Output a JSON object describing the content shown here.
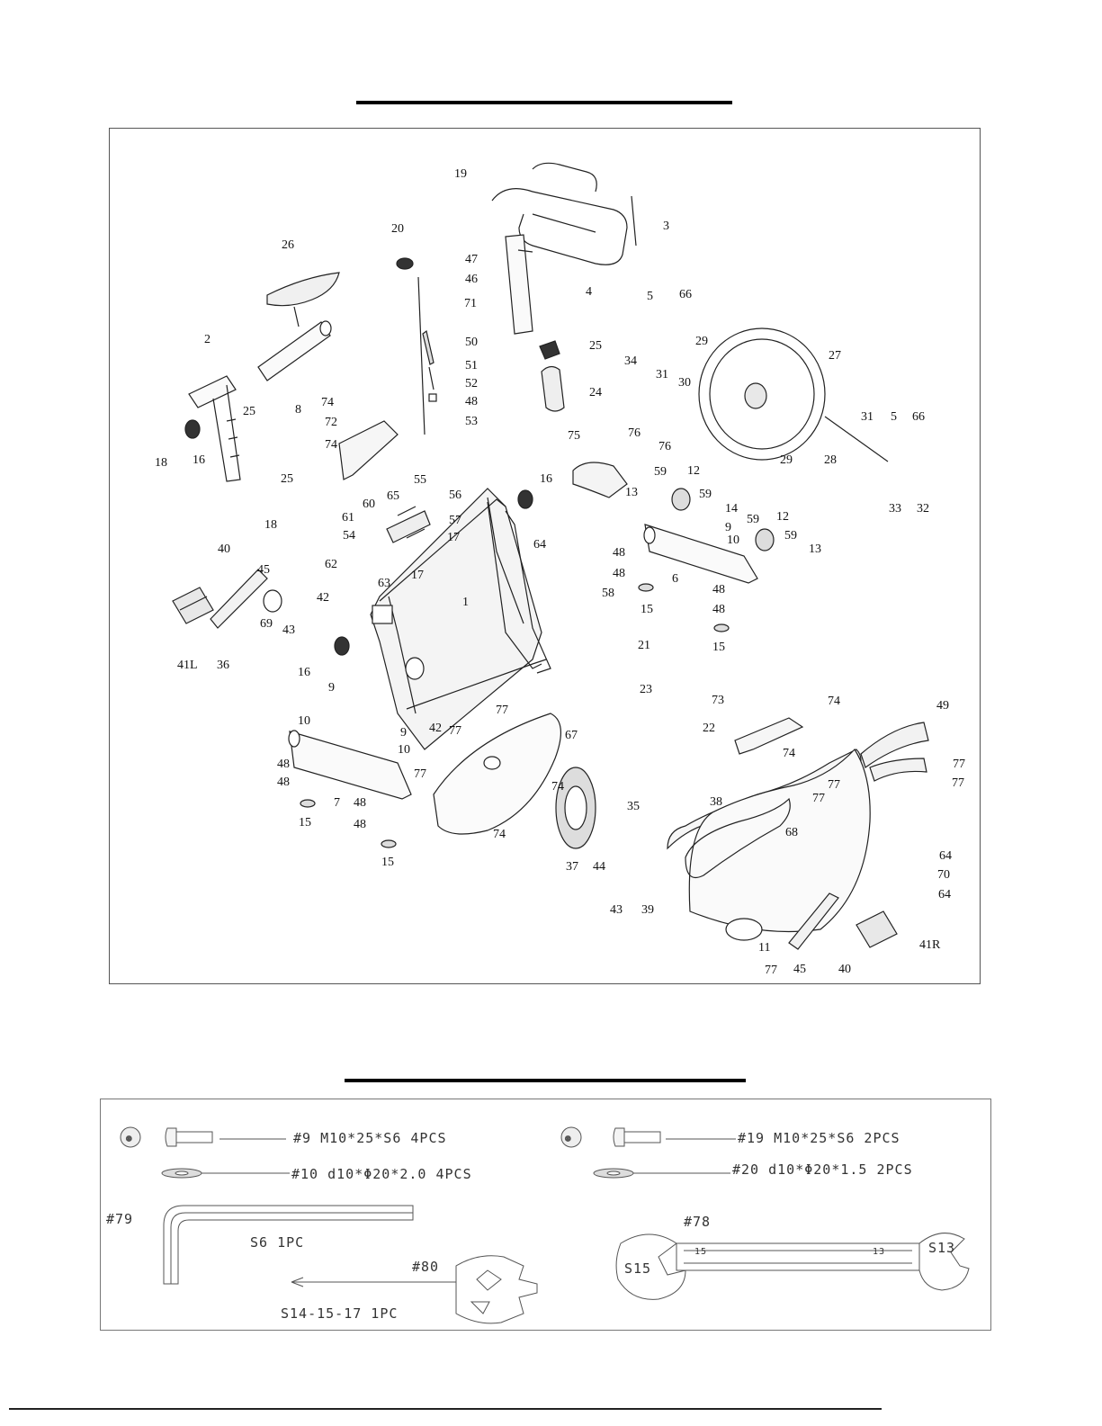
{
  "callouts": [
    {
      "id": "p19",
      "n": "19"
    },
    {
      "id": "p20",
      "n": "20"
    },
    {
      "id": "p3",
      "n": "3"
    },
    {
      "id": "p26",
      "n": "26"
    },
    {
      "id": "p47",
      "n": "47"
    },
    {
      "id": "p46",
      "n": "46"
    },
    {
      "id": "p71",
      "n": "71"
    },
    {
      "id": "p4",
      "n": "4"
    },
    {
      "id": "p5a",
      "n": "5"
    },
    {
      "id": "p66a",
      "n": "66"
    },
    {
      "id": "p2",
      "n": "2"
    },
    {
      "id": "p50",
      "n": "50"
    },
    {
      "id": "p25a",
      "n": "25"
    },
    {
      "id": "p34",
      "n": "34"
    },
    {
      "id": "p29a",
      "n": "29"
    },
    {
      "id": "p27",
      "n": "27"
    },
    {
      "id": "p51",
      "n": "51"
    },
    {
      "id": "p31a",
      "n": "31"
    },
    {
      "id": "p30",
      "n": "30"
    },
    {
      "id": "p52",
      "n": "52"
    },
    {
      "id": "p24",
      "n": "24"
    },
    {
      "id": "p25b",
      "n": "25"
    },
    {
      "id": "p8",
      "n": "8"
    },
    {
      "id": "p48a",
      "n": "48"
    },
    {
      "id": "p74a",
      "n": "74"
    },
    {
      "id": "p53",
      "n": "53"
    },
    {
      "id": "p72",
      "n": "72"
    },
    {
      "id": "p31b",
      "n": "31"
    },
    {
      "id": "p5b",
      "n": "5"
    },
    {
      "id": "p66b",
      "n": "66"
    },
    {
      "id": "p18a",
      "n": "18"
    },
    {
      "id": "p16a",
      "n": "16"
    },
    {
      "id": "p74b",
      "n": "74"
    },
    {
      "id": "p75",
      "n": "75"
    },
    {
      "id": "p76a",
      "n": "76"
    },
    {
      "id": "p76b",
      "n": "76"
    },
    {
      "id": "p29b",
      "n": "29"
    },
    {
      "id": "p28",
      "n": "28"
    },
    {
      "id": "p25c",
      "n": "25"
    },
    {
      "id": "p65",
      "n": "65"
    },
    {
      "id": "p55",
      "n": "55"
    },
    {
      "id": "p56",
      "n": "56"
    },
    {
      "id": "p59a",
      "n": "59"
    },
    {
      "id": "p12a",
      "n": "12"
    },
    {
      "id": "p33",
      "n": "33"
    },
    {
      "id": "p32",
      "n": "32"
    },
    {
      "id": "p16b",
      "n": "16"
    },
    {
      "id": "p13a",
      "n": "13"
    },
    {
      "id": "p59b",
      "n": "59"
    },
    {
      "id": "p60",
      "n": "60"
    },
    {
      "id": "p61",
      "n": "61"
    },
    {
      "id": "p57",
      "n": "57"
    },
    {
      "id": "p18b",
      "n": "18"
    },
    {
      "id": "p14",
      "n": "14"
    },
    {
      "id": "p54",
      "n": "54"
    },
    {
      "id": "p17a",
      "n": "17"
    },
    {
      "id": "p9a",
      "n": "9"
    },
    {
      "id": "p59c",
      "n": "59"
    },
    {
      "id": "p12b",
      "n": "12"
    },
    {
      "id": "p40a",
      "n": "40"
    },
    {
      "id": "p64a",
      "n": "64"
    },
    {
      "id": "p10a",
      "n": "10"
    },
    {
      "id": "p59d",
      "n": "59"
    },
    {
      "id": "p45a",
      "n": "45"
    },
    {
      "id": "p62",
      "n": "62"
    },
    {
      "id": "p17b",
      "n": "17"
    },
    {
      "id": "p48b",
      "n": "48"
    },
    {
      "id": "p13b",
      "n": "13"
    },
    {
      "id": "p63",
      "n": "63"
    },
    {
      "id": "p48c",
      "n": "48"
    },
    {
      "id": "p6",
      "n": "6"
    },
    {
      "id": "p42a",
      "n": "42"
    },
    {
      "id": "p58",
      "n": "58"
    },
    {
      "id": "p48d",
      "n": "48"
    },
    {
      "id": "p69",
      "n": "69"
    },
    {
      "id": "p43a",
      "n": "43"
    },
    {
      "id": "p15a",
      "n": "15"
    },
    {
      "id": "p48e",
      "n": "48"
    },
    {
      "id": "p1",
      "n": "1"
    },
    {
      "id": "p41L",
      "n": "41L"
    },
    {
      "id": "p36",
      "n": "36"
    },
    {
      "id": "p15b",
      "n": "15"
    },
    {
      "id": "p21",
      "n": "21"
    },
    {
      "id": "p16c",
      "n": "16"
    },
    {
      "id": "p23",
      "n": "23"
    },
    {
      "id": "p9b",
      "n": "9"
    },
    {
      "id": "p73",
      "n": "73"
    },
    {
      "id": "p74c",
      "n": "74"
    },
    {
      "id": "p49",
      "n": "49"
    },
    {
      "id": "p10b",
      "n": "10"
    },
    {
      "id": "p77a",
      "n": "77"
    },
    {
      "id": "p22",
      "n": "22"
    },
    {
      "id": "p9c",
      "n": "9"
    },
    {
      "id": "p42b",
      "n": "42"
    },
    {
      "id": "p77b",
      "n": "77"
    },
    {
      "id": "p67",
      "n": "67"
    },
    {
      "id": "p10c",
      "n": "10"
    },
    {
      "id": "p74d",
      "n": "74"
    },
    {
      "id": "p48f",
      "n": "48"
    },
    {
      "id": "p77c",
      "n": "77"
    },
    {
      "id": "p48g",
      "n": "48"
    },
    {
      "id": "p74e",
      "n": "74"
    },
    {
      "id": "p77d",
      "n": "77"
    },
    {
      "id": "p7",
      "n": "7"
    },
    {
      "id": "p48h",
      "n": "48"
    },
    {
      "id": "p15c",
      "n": "15"
    },
    {
      "id": "p35",
      "n": "35"
    },
    {
      "id": "p38",
      "n": "38"
    },
    {
      "id": "p77e",
      "n": "77"
    },
    {
      "id": "p77f",
      "n": "77"
    },
    {
      "id": "p48i",
      "n": "48"
    },
    {
      "id": "p77g",
      "n": "77"
    },
    {
      "id": "p74f",
      "n": "74"
    },
    {
      "id": "p68",
      "n": "68"
    },
    {
      "id": "p64b",
      "n": "64"
    },
    {
      "id": "p15d",
      "n": "15"
    },
    {
      "id": "p37",
      "n": "37"
    },
    {
      "id": "p44",
      "n": "44"
    },
    {
      "id": "p70",
      "n": "70"
    },
    {
      "id": "p64c",
      "n": "64"
    },
    {
      "id": "p43b",
      "n": "43"
    },
    {
      "id": "p39",
      "n": "39"
    },
    {
      "id": "p41R",
      "n": "41R"
    },
    {
      "id": "p11",
      "n": "11"
    },
    {
      "id": "p77h",
      "n": "77"
    },
    {
      "id": "p45b",
      "n": "45"
    },
    {
      "id": "p40b",
      "n": "40"
    }
  ],
  "hardware": {
    "row1_left": "#9  M10*25*S6   4PCS",
    "row2_left": "#10  d10*Φ20*2.0  4PCS",
    "row1_right": "#19  M10*25*S6   2PCS",
    "row2_right": "#20  d10*Φ20*1.5   2PCS",
    "allen_tag": "#79",
    "allen_desc": "S6   1PC",
    "tool_tag": "#80",
    "tool_desc": "S14-15-17   1PC",
    "wrench_tag": "#78",
    "wrench_left": "S15",
    "wrench_right": "S13",
    "wrench_mark_left": "15",
    "wrench_mark_right": "13"
  }
}
